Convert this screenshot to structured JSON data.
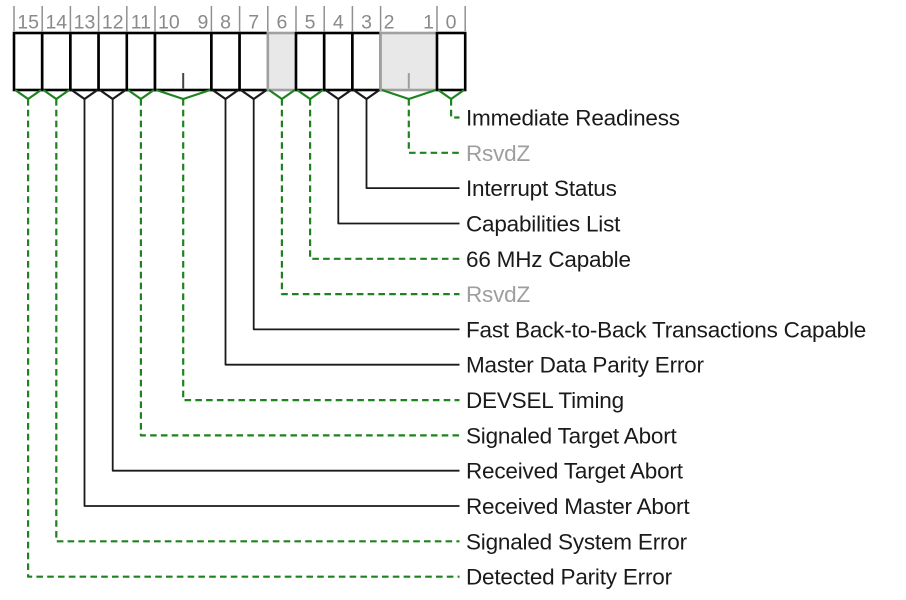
{
  "diagram": {
    "type": "register-bitfield",
    "register_width": 16,
    "colors": {
      "green_line": "#1e821e",
      "black_line": "#1a1a1a",
      "cell_border": "#000000",
      "reserved_border": "#a0a0a0",
      "reserved_fill": "#e8e8e8",
      "bit_number_gray": "#8a8a8a",
      "tick_gray": "#909090",
      "inner_sep_dark": "#444444",
      "inner_sep_gray": "#9e9e9e",
      "label_color": "#1a1a1a",
      "reserved_label_color": "#9e9e9e"
    },
    "fields": [
      {
        "msb": 0,
        "lsb": 0,
        "label": "Immediate Readiness",
        "line": "green-dashed",
        "reserved": false
      },
      {
        "msb": 2,
        "lsb": 1,
        "label": "RsvdZ",
        "line": "green-dashed",
        "reserved": true
      },
      {
        "msb": 3,
        "lsb": 3,
        "label": "Interrupt Status",
        "line": "black-solid",
        "reserved": false
      },
      {
        "msb": 4,
        "lsb": 4,
        "label": "Capabilities List",
        "line": "black-solid",
        "reserved": false
      },
      {
        "msb": 5,
        "lsb": 5,
        "label": "66 MHz Capable",
        "line": "green-dashed",
        "reserved": false
      },
      {
        "msb": 6,
        "lsb": 6,
        "label": "RsvdZ",
        "line": "green-dashed",
        "reserved": true
      },
      {
        "msb": 7,
        "lsb": 7,
        "label": "Fast Back-to-Back Transactions Capable",
        "line": "black-solid",
        "reserved": false
      },
      {
        "msb": 8,
        "lsb": 8,
        "label": "Master Data Parity Error",
        "line": "black-solid",
        "reserved": false
      },
      {
        "msb": 10,
        "lsb": 9,
        "label": "DEVSEL Timing",
        "line": "green-dashed",
        "reserved": false
      },
      {
        "msb": 11,
        "lsb": 11,
        "label": "Signaled Target Abort",
        "line": "green-dashed",
        "reserved": false
      },
      {
        "msb": 12,
        "lsb": 12,
        "label": "Received Target Abort",
        "line": "black-solid",
        "reserved": false
      },
      {
        "msb": 13,
        "lsb": 13,
        "label": "Received Master Abort",
        "line": "black-solid",
        "reserved": false
      },
      {
        "msb": 14,
        "lsb": 14,
        "label": "Signaled System Error",
        "line": "green-dashed",
        "reserved": false
      },
      {
        "msb": 15,
        "lsb": 15,
        "label": "Detected Parity Error",
        "line": "green-dashed",
        "reserved": false
      }
    ]
  }
}
